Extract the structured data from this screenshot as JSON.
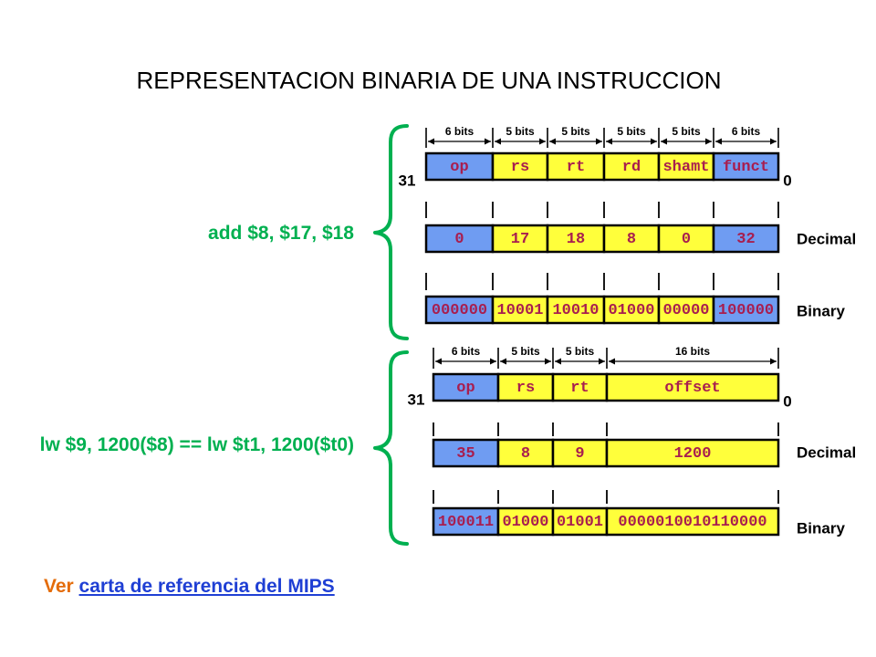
{
  "slide": {
    "title": "REPRESENTACION BINARIA DE UNA INSTRUCCION",
    "footer": {
      "prefix": "Ver",
      "link_text": "carta de referencia del MIPS"
    }
  },
  "colors": {
    "field_blue": "#6f9cf2",
    "field_yellow": "#ffff3b",
    "field_text": "#a81e4f",
    "brace": "#00b050",
    "instruction_text": "#00b050",
    "footer_prefix": "#e46c0a",
    "link": "#1f3fd4"
  },
  "formats": [
    {
      "instruction": "add $8, $17, $18",
      "msb_label": "31",
      "lsb_label": "0",
      "row_labels": {
        "decimal": "Decimal",
        "binary": "Binary"
      },
      "fields": [
        {
          "bits": "6 bits",
          "name": "op",
          "decimal": "0",
          "binary": "000000",
          "fill": "#6f9cf2"
        },
        {
          "bits": "5 bits",
          "name": "rs",
          "decimal": "17",
          "binary": "10001",
          "fill": "#ffff3b"
        },
        {
          "bits": "5 bits",
          "name": "rt",
          "decimal": "18",
          "binary": "10010",
          "fill": "#ffff3b"
        },
        {
          "bits": "5 bits",
          "name": "rd",
          "decimal": "8",
          "binary": "01000",
          "fill": "#ffff3b"
        },
        {
          "bits": "5 bits",
          "name": "shamt",
          "decimal": "0",
          "binary": "00000",
          "fill": "#ffff3b"
        },
        {
          "bits": "6 bits",
          "name": "funct",
          "decimal": "32",
          "binary": "100000",
          "fill": "#6f9cf2"
        }
      ]
    },
    {
      "instruction": "lw $9, 1200($8) == lw $t1, 1200($t0)",
      "msb_label": "31",
      "lsb_label": "0",
      "row_labels": {
        "decimal": "Decimal",
        "binary": "Binary"
      },
      "fields": [
        {
          "bits": "6 bits",
          "name": "op",
          "decimal": "35",
          "binary": "100011",
          "fill": "#6f9cf2"
        },
        {
          "bits": "5 bits",
          "name": "rs",
          "decimal": "8",
          "binary": "01000",
          "fill": "#ffff3b"
        },
        {
          "bits": "5 bits",
          "name": "rt",
          "decimal": "9",
          "binary": "01001",
          "fill": "#ffff3b"
        },
        {
          "bits": "16 bits",
          "name": "offset",
          "decimal": "1200",
          "binary": "0000010010110000",
          "fill": "#ffff3b"
        }
      ]
    }
  ]
}
